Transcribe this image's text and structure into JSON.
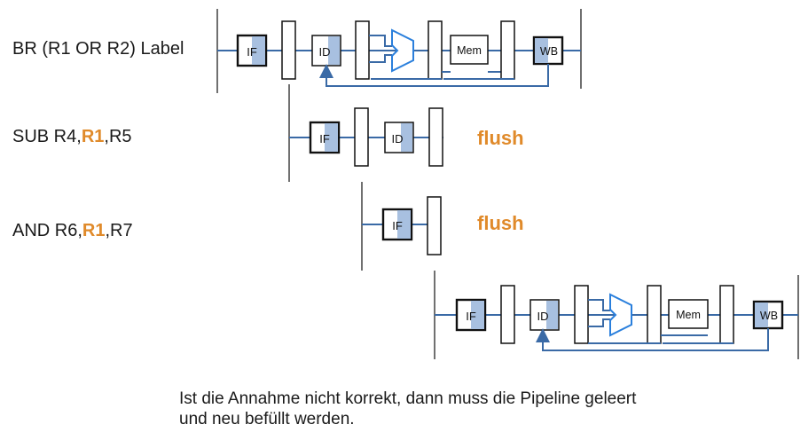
{
  "instructions": [
    {
      "parts": [
        {
          "t": "BR (R1 OR R2) Label",
          "hl": false
        }
      ]
    },
    {
      "parts": [
        {
          "t": "SUB R4,",
          "hl": false
        },
        {
          "t": "R1",
          "hl": true
        },
        {
          "t": ",R5",
          "hl": false
        }
      ]
    },
    {
      "parts": [
        {
          "t": "AND R6,",
          "hl": false
        },
        {
          "t": "R1",
          "hl": true
        },
        {
          "t": ",R7",
          "hl": false
        }
      ]
    }
  ],
  "flush_labels": [
    "flush",
    "flush"
  ],
  "stage_labels": {
    "if": "IF",
    "id": "ID",
    "mem": "Mem",
    "wb": "WB"
  },
  "caption": {
    "line1": "Ist die Annahme nicht korrekt, dann muss die Pipeline geleert",
    "line2": "und neu befüllt werden."
  },
  "colors": {
    "line": "#3a6aa6",
    "alu": "#2a7fdc",
    "accent": "#e08a2a",
    "shade": "#a8c0e0"
  }
}
